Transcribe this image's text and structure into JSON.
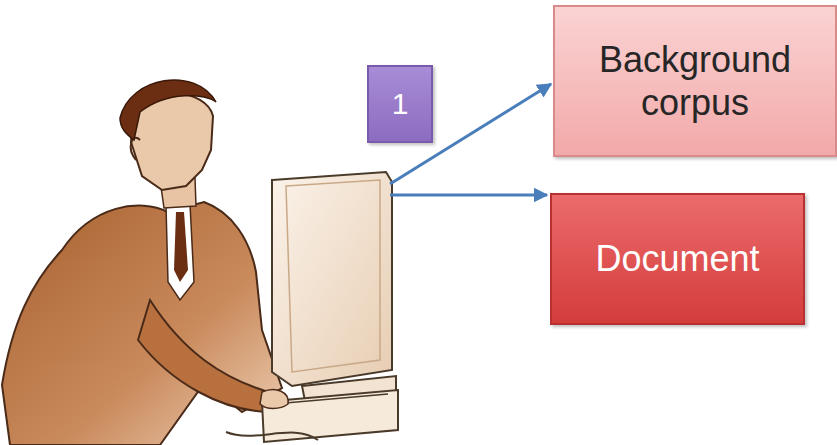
{
  "diagram": {
    "nodes": [
      {
        "text": [
          "1"
        ]
      },
      {
        "text": [
          "Background corpus"
        ]
      },
      {
        "text": [
          "Document"
        ]
      }
    ]
  }
}
